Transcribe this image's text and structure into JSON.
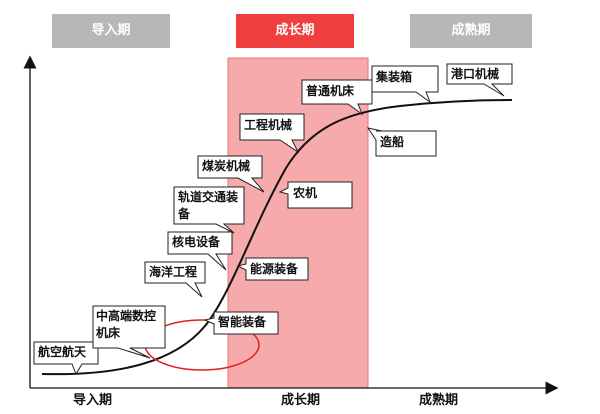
{
  "phases": {
    "intro": "导入期",
    "growth": "成长期",
    "mature": "成熟期"
  },
  "industries": {
    "aerospace": "航空航天",
    "cnc_line1": "中高端数控",
    "cnc_line2": "机床",
    "ocean": "海洋工程",
    "nuclear": "核电设备",
    "smart": "智能装备",
    "rail_line1": "轨道交通装",
    "rail_line2": "备",
    "energy": "能源装备",
    "coal": "煤炭机械",
    "agri": "农机",
    "engineering": "工程机械",
    "machine_tool": "普通机床",
    "container": "集装箱",
    "port": "港口机械",
    "ship": "造船"
  },
  "colors": {
    "growth_band": "#ef3e3e",
    "header_grey": "#b7b7b7",
    "highlight_ring": "#e02020",
    "curve": "#111111"
  }
}
